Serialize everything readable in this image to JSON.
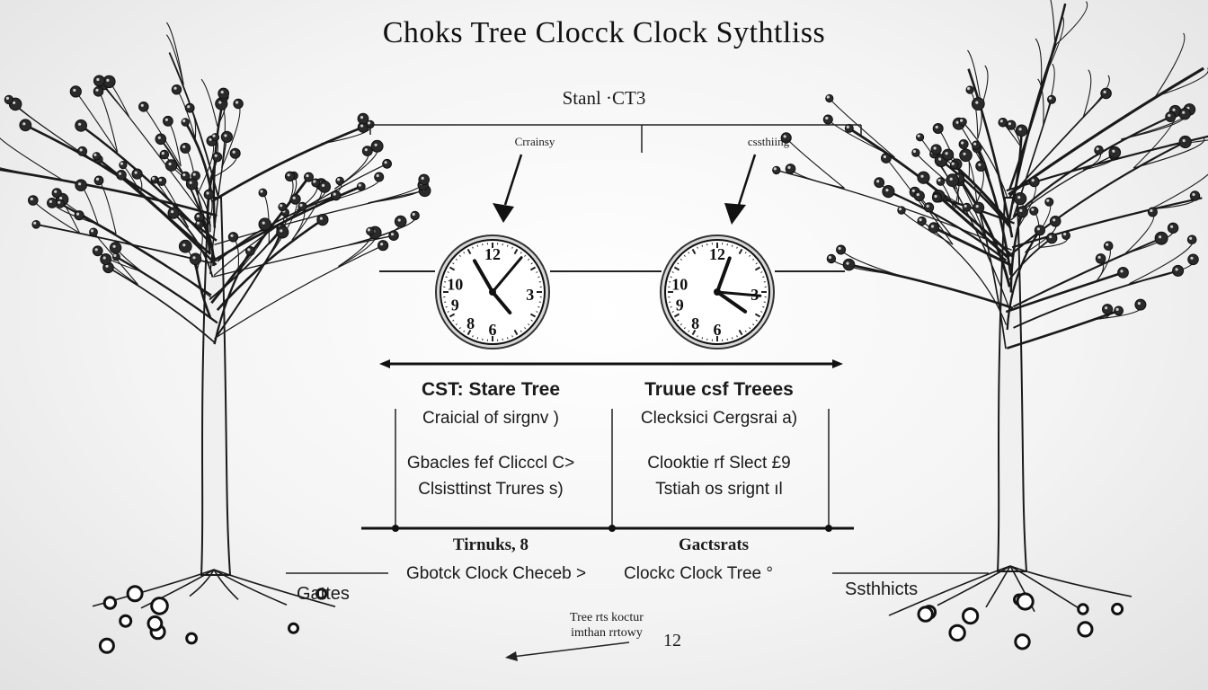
{
  "title": "Choks Tree Clocck Clock Sythtliss",
  "stage_label": "Stanl ·CT3",
  "top_labels": {
    "left": "Crrainsy",
    "right": "cssthiing"
  },
  "left_block": {
    "header": "CST: Stare Tree",
    "line1": "Craicial of sirgnv )",
    "line2": "Gbacles fef Clicccl C>",
    "line3": "Clsisttinst Trures s)"
  },
  "right_block": {
    "header": "Truue csf Treees",
    "line1": "Clecksici Cergsrai a)",
    "line2": "Clooktie rf Slect £9",
    "line3": "Tstiah os srignt ıl"
  },
  "sub_labels": {
    "left": "Tirnuks, 8",
    "right": "Gactsrats"
  },
  "bottom_labels": {
    "left": "Gbotck Clock Checeb >",
    "right": "Clockc Clock Tree °"
  },
  "side_labels": {
    "left": "Gattes",
    "right": "Ssthhicts"
  },
  "note": {
    "line1": "Tree rts koctur",
    "line2": "imthan rrtowy",
    "number": "12"
  },
  "clock_numerals": [
    "12",
    "10",
    "3",
    "9",
    "6",
    "8"
  ],
  "colors": {
    "ink": "#1a1a1a",
    "background": "#f4f4f4",
    "clock_face": "#ffffff"
  }
}
